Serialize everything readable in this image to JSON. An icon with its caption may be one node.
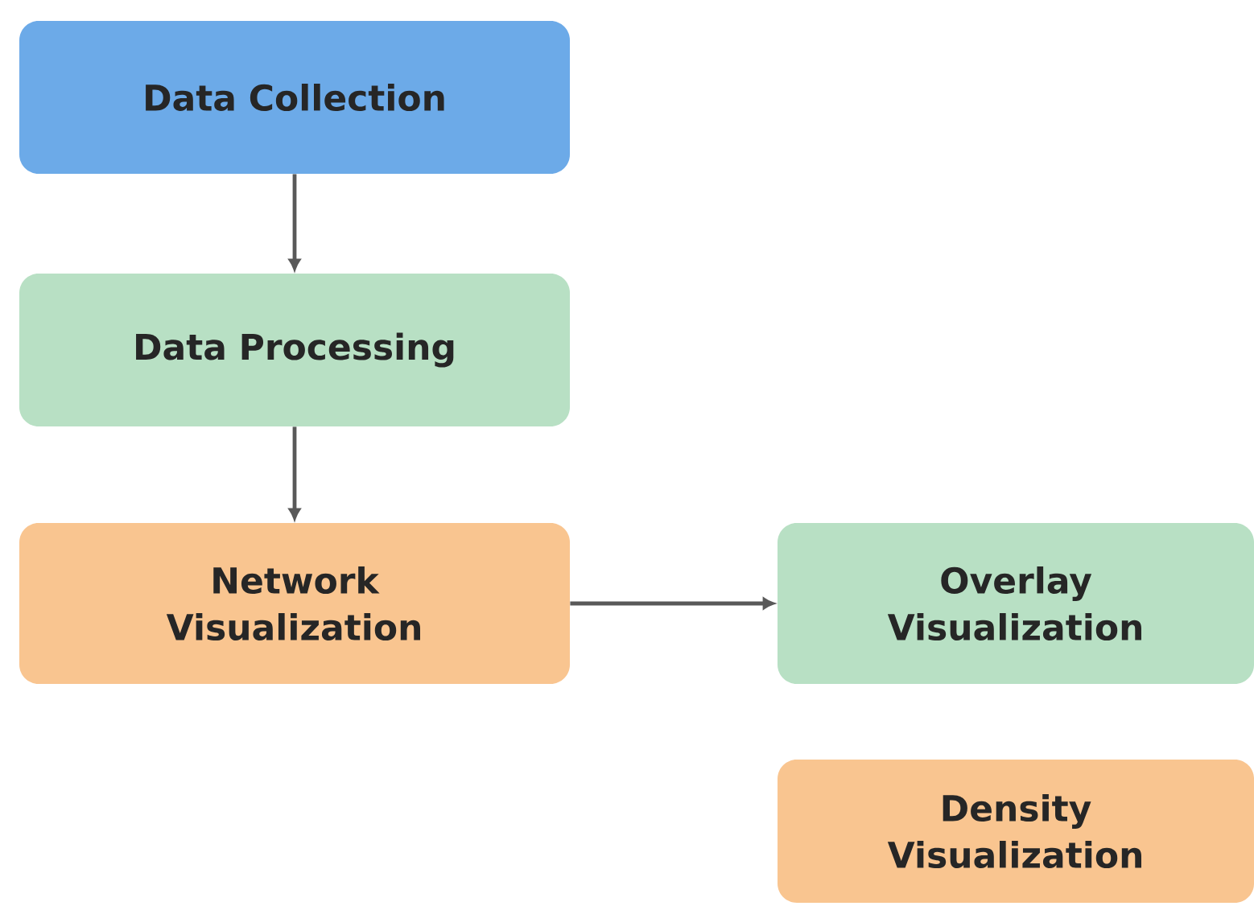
{
  "diagram": {
    "nodes": [
      {
        "text": [
          "Data Collection"
        ]
      },
      {
        "text": [
          "Data Processing"
        ]
      },
      {
        "text": [
          "Network Visualization"
        ]
      },
      {
        "text": [
          "Overlay Visualization"
        ]
      },
      {
        "text": [
          "Density Visualization"
        ]
      }
    ],
    "edges": [
      {
        "from": 0,
        "to": 1,
        "arrow": "to"
      },
      {
        "from": 1,
        "to": 2,
        "arrow": "to"
      },
      {
        "from": 2,
        "to": 3,
        "arrow": "to"
      }
    ]
  }
}
